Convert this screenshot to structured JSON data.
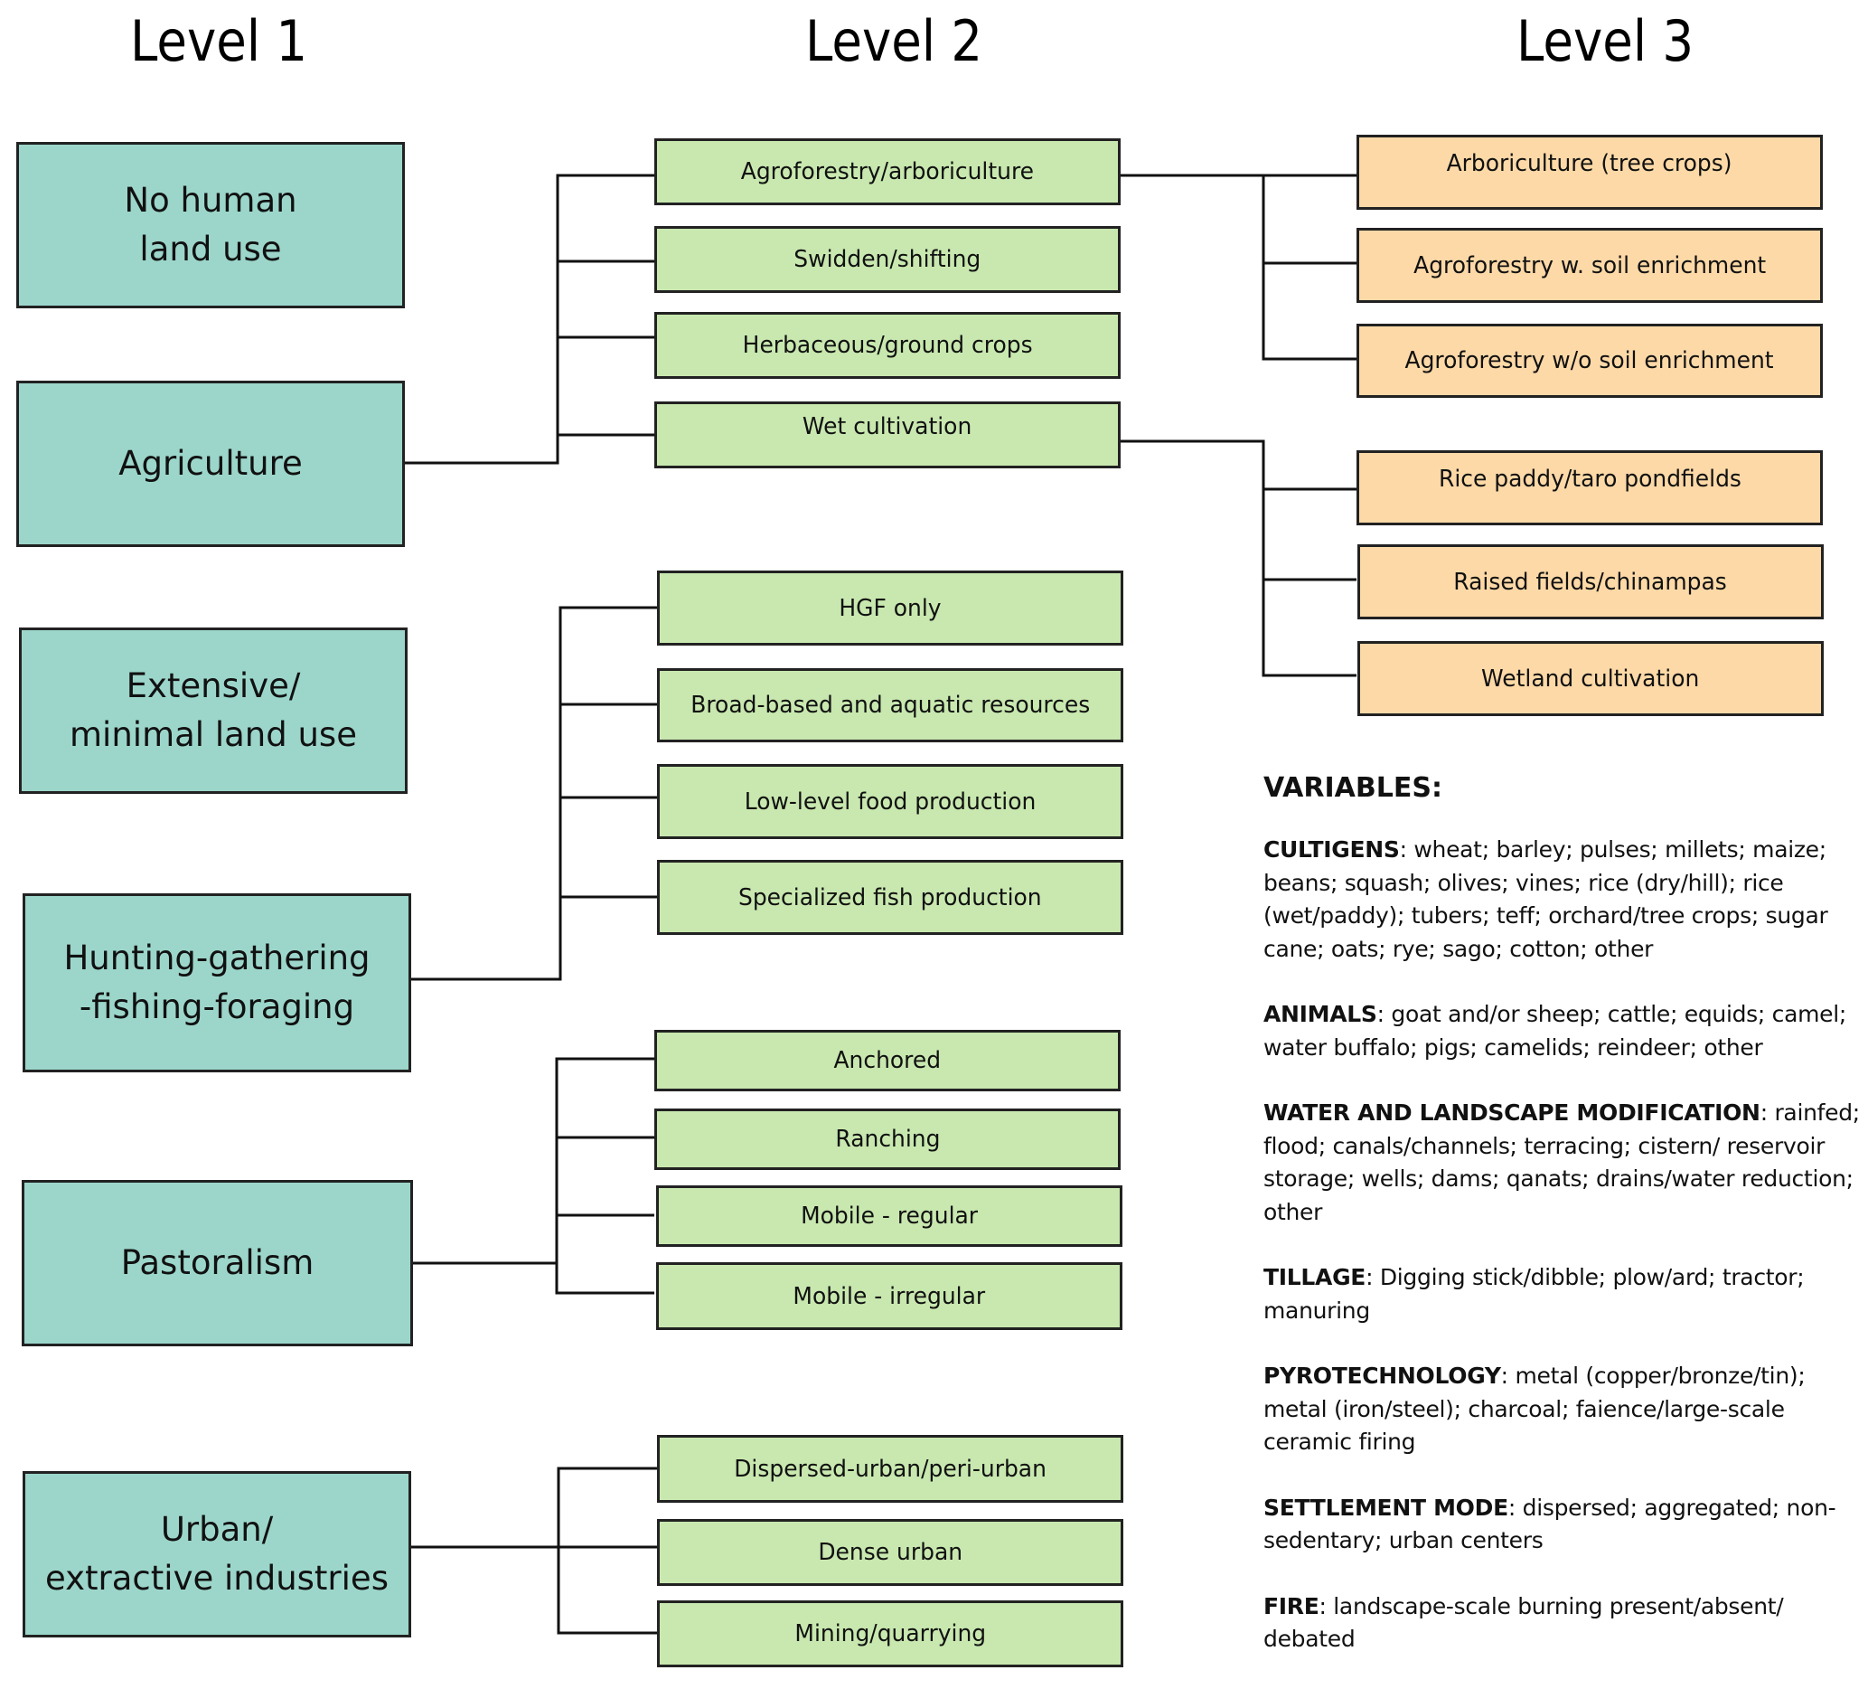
{
  "headings": [
    "Level 1",
    "Level 2",
    "Level 3"
  ],
  "colors": {
    "level1_fill": "#9cd6cb",
    "level2_fill": "#c8e8af",
    "level3_fill": "#fdd9a7",
    "border": "#222222",
    "connector": "#111111"
  },
  "level1": [
    {
      "label": "No human\nland use"
    },
    {
      "label": "Agriculture"
    },
    {
      "label": "Extensive/\nminimal land use"
    },
    {
      "label": "Hunting-gathering\n-fishing-foraging"
    },
    {
      "label": "Pastoralism"
    },
    {
      "label": "Urban/\nextractive industries"
    }
  ],
  "level2": {
    "agriculture": [
      "Agroforestry/arboriculture",
      "Swidden/shifting",
      "Herbaceous/ground crops",
      "Wet cultivation"
    ],
    "hgf": [
      "HGF only",
      "Broad-based and aquatic resources",
      "Low-level food production",
      "Specialized fish production"
    ],
    "pastoralism": [
      "Anchored",
      "Ranching",
      "Mobile - regular",
      "Mobile - irregular"
    ],
    "urban": [
      "Dispersed-urban/peri-urban",
      "Dense urban",
      "Mining/quarrying"
    ]
  },
  "level3": {
    "agroforestry": [
      "Arboriculture (tree crops)",
      "Agroforestry w. soil enrichment",
      "Agroforestry w/o soil enrichment"
    ],
    "wet_cultivation": [
      "Rice paddy/taro pondfields",
      "Raised fields/chinampas",
      "Wetland cultivation"
    ]
  },
  "variables": {
    "title": "VARIABLES:",
    "items": [
      {
        "name": "CULTIGENS",
        "text": ": wheat; barley; pulses; millets; maize; beans; squash; olives; vines; rice (dry/hill); rice (wet/paddy); tubers; teff; orchard/tree crops; sugar cane; oats; rye; sago; cotton; other"
      },
      {
        "name": "ANIMALS",
        "text": ": goat and/or sheep; cattle; equids; camel; water buffalo; pigs; camelids; reindeer; other"
      },
      {
        "name": "WATER AND LANDSCAPE MODIFICATION",
        "text": ": rainfed; flood; canals/channels; terracing; cistern/ reservoir storage; wells; dams; qanats; drains/water reduction; other"
      },
      {
        "name": "TILLAGE",
        "text": ": Digging stick/dibble; plow/ard; tractor; manuring"
      },
      {
        "name": "PYROTECHNOLOGY",
        "text": ": metal (copper/bronze/tin); metal (iron/steel); charcoal; faience/large-scale ceramic firing"
      },
      {
        "name": "SETTLEMENT MODE",
        "text": ": dispersed; aggregated; non-sedentary; urban centers"
      },
      {
        "name": "FIRE",
        "text": ": landscape-scale burning present/absent/ debated"
      }
    ]
  }
}
